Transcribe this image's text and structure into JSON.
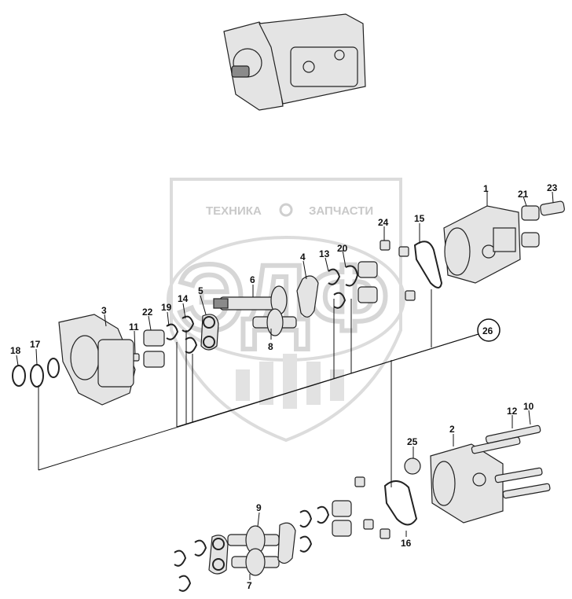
{
  "watermark": {
    "left_word": "ТЕХНИКА",
    "right_word": "ЗАПЧАСТИ",
    "logo_letters": "ЭДФ"
  },
  "callouts": {
    "n1": "1",
    "n2": "2",
    "n3": "3",
    "n4": "4",
    "n5": "5",
    "n6": "6",
    "n7": "7",
    "n8": "8",
    "n9": "9",
    "n10": "10",
    "n11": "11",
    "n12": "12",
    "n13": "13",
    "n14": "14",
    "n15": "15",
    "n16": "16",
    "n17": "17",
    "n18": "18",
    "n19": "19",
    "n20": "20",
    "n21": "21",
    "n22": "22",
    "n23": "23",
    "n24": "24",
    "n25": "25",
    "n26": "26"
  }
}
